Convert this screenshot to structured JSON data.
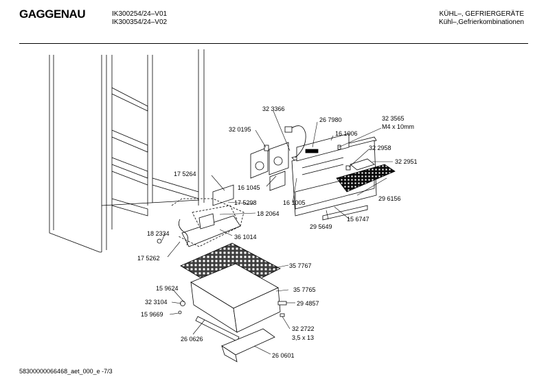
{
  "header": {
    "brand": "GAGGENAU",
    "models": [
      "IK300254/24–V01",
      "IK300354/24–V02"
    ],
    "category": [
      "KÜHL–, GEFRIERGERÄTE",
      "Kühl–,Gefrierkombinationen"
    ]
  },
  "parts": {
    "p323366": "32 3366",
    "p267980": "26 7980",
    "p323565": "32 3565",
    "p323565_spec": "M4 x 10mm",
    "p320195": "32 0195",
    "p161006": "16 1006",
    "p322958": "32 2958",
    "p322951": "32 2951",
    "p175264": "17 5264",
    "p161045": "16 1045",
    "p296156": "29 6156",
    "p175298": "17 5298",
    "p161005": "16 1005",
    "p182064": "18 2064",
    "p156747": "15 6747",
    "p295649": "29 5649",
    "p182334": "18 2334",
    "p361014": "36 1014",
    "p175262": "17 5262",
    "p357767": "35 7767",
    "p159624": "15 9624",
    "p357765": "35 7765",
    "p323104": "32 3104",
    "p294857": "29 4857",
    "p159669": "15 9669",
    "p322722": "32 2722",
    "p322722_spec": "3,5 x 13",
    "p260626": "26 0626",
    "p260601": "26 0601"
  },
  "footer": {
    "doc_id": "58300000066468_aet_000_e",
    "page": "-7/3"
  }
}
